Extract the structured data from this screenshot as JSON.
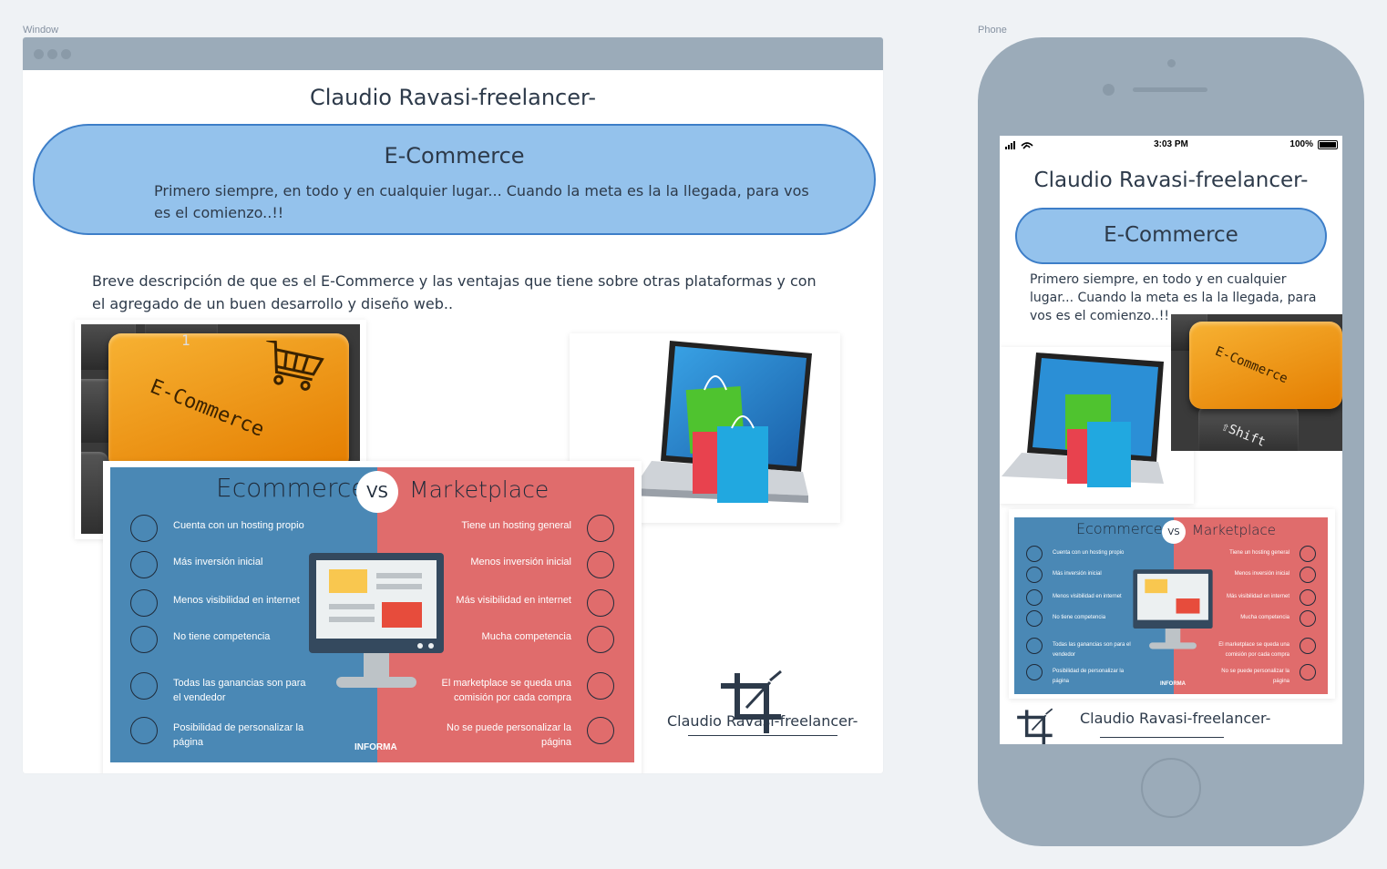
{
  "labels": {
    "window": "Window",
    "phone": "Phone"
  },
  "site": {
    "title": "Claudio Ravasi-freelancer-",
    "hero_title": "E-Commerce",
    "hero_text": "Primero siempre, en todo y en cualquier lugar... Cuando la meta es la la llegada, para vos es el comienzo..!!",
    "description": "Breve descripción de que es el E-Commerce y las ventajas que tiene sobre otras plataformas y con el agregado de un buen desarrollo y diseño web..",
    "footer_name": "Claudio Ravasi-freelancer-"
  },
  "keyboard_image": {
    "key_text": "E-Commerce",
    "shift_text": "⇧Shift",
    "key_1": "1"
  },
  "infographic": {
    "left_title": "Ecommerce",
    "vs": "VS",
    "right_title": "Marketplace",
    "left_items": [
      "Cuenta con un hosting propio",
      "Más inversión inicial",
      "Menos visibilidad en internet",
      "No tiene competencia",
      "Todas las ganancias son para el vendedor",
      "Posibilidad de personalizar la página"
    ],
    "right_items": [
      "Tiene un hosting general",
      "Menos inversión inicial",
      "Más visibilidad en internet",
      "Mucha competencia",
      "El marketplace se queda una comisión por cada compra",
      "No se puede personalizar la página"
    ],
    "brand": "INFORMA"
  },
  "phone_status": {
    "time": "3:03 PM",
    "battery": "100%"
  },
  "colors": {
    "pill_fill": "#94c2ec",
    "pill_border": "#3d7ec8",
    "info_blue": "#4a88b5",
    "info_red": "#e06c6c",
    "device": "#9babb9"
  }
}
